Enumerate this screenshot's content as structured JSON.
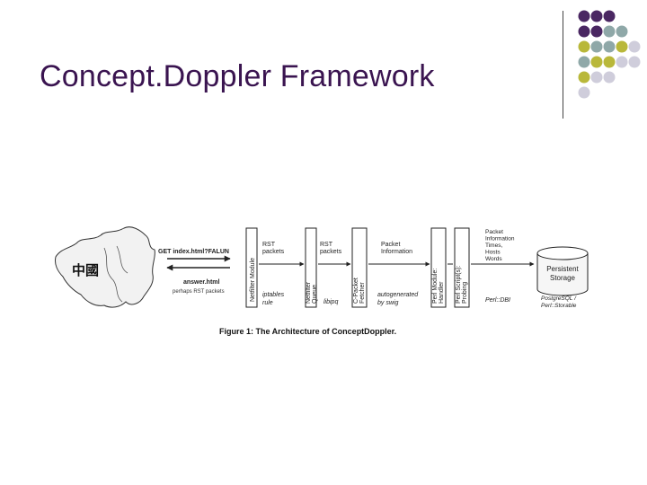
{
  "slide": {
    "title": "Concept.Doppler Framework",
    "palette": {
      "purple": "#4a2762",
      "teal": "#8fa8a8",
      "olive": "#b9b83a",
      "lavender": "#cfcddb",
      "title": "#3a1450"
    }
  },
  "figure": {
    "china_label": "中國",
    "request": "GET index.html?FALUN",
    "reply": "answer.html",
    "reply_note": "perhaps RST packets",
    "netfilter_module": "Netfilter Module",
    "rst_packets_1": [
      "RST",
      "packets"
    ],
    "iptables_rule": [
      "iptables",
      "rule"
    ],
    "netfilter_queue": [
      "Netfilter",
      "Queue"
    ],
    "rst_packets_2": [
      "RST",
      "packets"
    ],
    "libipq": "libipq",
    "c_packet_fetcher": [
      "C-Packet",
      "Fetcher"
    ],
    "packet_information": [
      "Packet",
      "Information"
    ],
    "autogenerated": [
      "autogenerated",
      "by swig"
    ],
    "perl_module": [
      "Perl Module:",
      "Handler"
    ],
    "perl_script": [
      "Perl Script(s):",
      "Probing"
    ],
    "perl_dbi": "Perl::DBI",
    "packet_info_list": [
      "Packet",
      "Information",
      "Times,",
      "Hosts",
      "Words"
    ],
    "persistent_storage": [
      "Persistent",
      "Storage"
    ],
    "storage_note": [
      "PostgreSQL /",
      "Perl::Storable"
    ],
    "caption": "Figure 1: The Architecture of ConceptDoppler."
  }
}
